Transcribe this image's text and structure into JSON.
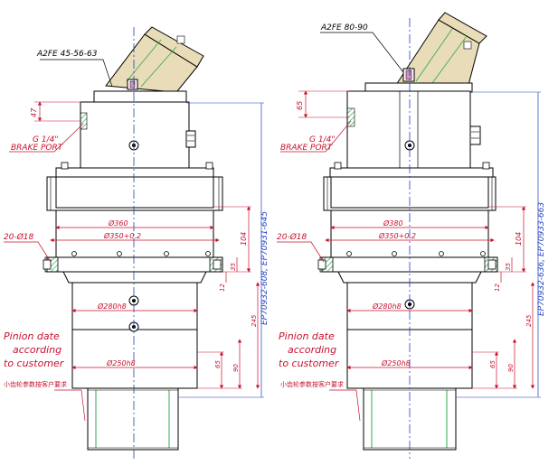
{
  "colors": {
    "outline": "#000000",
    "dimension": "#c8102e",
    "centerline": "#1d3fbf",
    "hatch": "#2fa84f",
    "motor": "#e9dcb8",
    "spline": "#2fa84f"
  },
  "left": {
    "motor_label": "A2FE 45-56-63",
    "brake_dim": "47",
    "brake_port_line1": "G 1/4\"",
    "brake_port_line2": "BRAKE PORT",
    "bolt_note": "20-Ø18",
    "dia_top": "Ø360",
    "dia_pcd": "Ø350+0.2",
    "dia_pinion_hub": "Ø280h8",
    "dia_bottom": "Ø250h8",
    "dim_104": "104",
    "dim_35": "35",
    "dim_12": "12",
    "dim_65": "65",
    "dim_90": "90",
    "dim_245": "245",
    "overall_codes": "EP70932-608, EP70931-645",
    "pinion_note": [
      "Pinion date",
      "according",
      "to customer"
    ],
    "pinion_note_cn": "小齿轮参数按客户要求"
  },
  "right": {
    "motor_label": "A2FE 80-90",
    "brake_dim": "65",
    "brake_port_line1": "G 1/4\"",
    "brake_port_line2": "BRAKE PORT",
    "bolt_note": "20-Ø18",
    "dia_top": "Ø380",
    "dia_pcd": "Ø350+0.2",
    "dia_pinion_hub": "Ø280h8",
    "dia_bottom": "Ø250h8",
    "dim_104": "104",
    "dim_35": "35",
    "dim_12": "12",
    "dim_65": "65",
    "dim_90": "90",
    "dim_245": "245",
    "overall_codes": "EP70932-636, EP70933-663",
    "pinion_note": [
      "Pinion date",
      "according",
      "to customer"
    ],
    "pinion_note_cn": "小齿轮参数按客户要求"
  }
}
